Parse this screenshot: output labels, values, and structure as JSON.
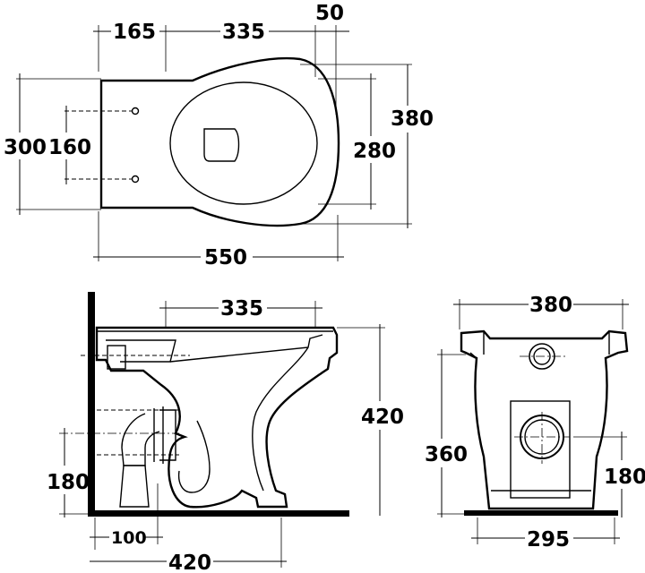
{
  "dimensions": {
    "top_view": {
      "d165": "165",
      "d335": "335",
      "d50": "50",
      "d380": "380",
      "d300": "300",
      "d160": "160",
      "d280": "280",
      "d550": "550"
    },
    "side_view": {
      "d335": "335",
      "d420_height": "420",
      "d180": "180",
      "d100": "100",
      "d420_depth": "420"
    },
    "front_view": {
      "d380": "380",
      "d360": "360",
      "d180": "180",
      "d295": "295"
    }
  }
}
